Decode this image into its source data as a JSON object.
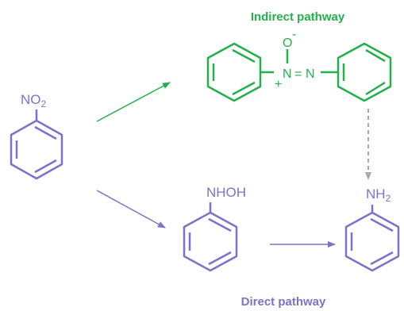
{
  "colors": {
    "purple": "#7b72c9",
    "green": "#22b04a",
    "gray": "#a8a8a8"
  },
  "titles": {
    "indirect": "Indirect pathway",
    "direct": "Direct pathway"
  },
  "nitrobenzene": {
    "main": "NO",
    "sub": "2"
  },
  "azoxybenzene": {
    "o": "O",
    "minus": "-",
    "n1": "N",
    "bond": "=",
    "n2": "N",
    "plus": "+"
  },
  "phenylhydroxylamine": {
    "label": "NHOH"
  },
  "aniline": {
    "main": "NH",
    "sub": "2"
  }
}
